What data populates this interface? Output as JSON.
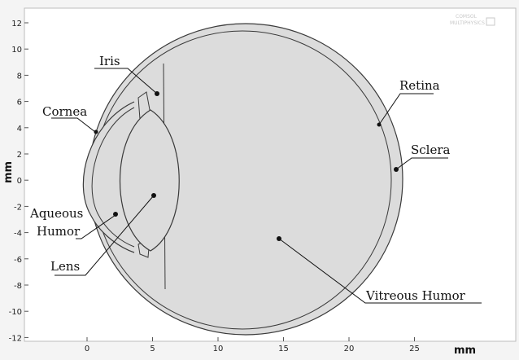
{
  "axes": {
    "x_unit": "mm",
    "y_unit": "mm",
    "x_ticks": [
      "0",
      "5",
      "10",
      "15",
      "20",
      "25"
    ],
    "y_ticks": [
      "12",
      "10",
      "8",
      "6",
      "4",
      "2",
      "0",
      "-2",
      "-4",
      "-6",
      "-8",
      "-10",
      "-12"
    ]
  },
  "labels": {
    "iris": "Iris",
    "cornea": "Cornea",
    "retina": "Retina",
    "sclera": "Sclera",
    "aqueous_line1": "Aqueous",
    "aqueous_line2": "Humor",
    "lens": "Lens",
    "vitreous": "Vitreous Humor"
  },
  "watermark": {
    "line1": "COMSOL",
    "line2": "MULTIPHYSICS"
  },
  "colors": {
    "background": "#f4f4f4",
    "eye_fill": "#dcdcdc",
    "plot_area": "#ffffff",
    "outline": "#3a3a3a"
  }
}
